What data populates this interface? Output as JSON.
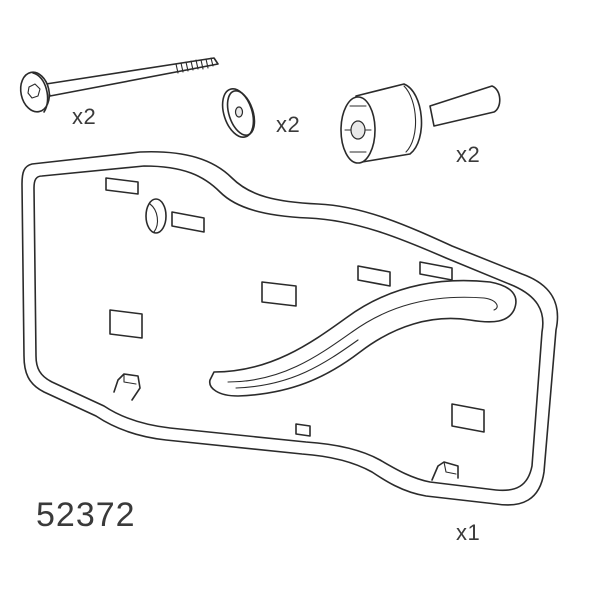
{
  "parts": [
    {
      "id": "bolt",
      "quantity": "x2",
      "icon": "bolt-icon"
    },
    {
      "id": "washer",
      "quantity": "x2",
      "icon": "washer-icon"
    },
    {
      "id": "spacer",
      "quantity": "x2",
      "icon": "spacer-icon"
    },
    {
      "id": "bracket-plate",
      "quantity": "x1",
      "icon": "bracket-plate-icon"
    }
  ],
  "part_number": "52372",
  "colors": {
    "line": "#2b2b2b",
    "background": "#ffffff",
    "text": "#3a3a3a"
  }
}
